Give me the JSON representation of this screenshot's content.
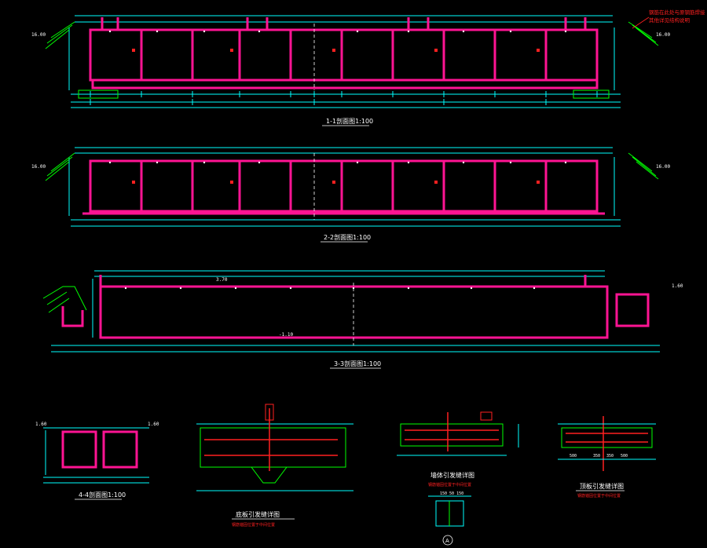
{
  "colors": {
    "background": "#000000",
    "wall": "#ff1493",
    "dimension": "#00ffff",
    "rebar": "#ff2020",
    "hatch": "#00ff00",
    "text": "#ffffff",
    "level": "#ffff00"
  },
  "sections": {
    "s1": {
      "title": "1-1剖面图1:100"
    },
    "s2": {
      "title": "2-2剖面图1:100"
    },
    "s3": {
      "title": "3-3剖面图1:100"
    },
    "s4": {
      "title": "4-4剖面图1:100"
    }
  },
  "details": {
    "d1": {
      "title": "底板引发缝详图",
      "note": "钢筋锚固位置于中间位置"
    },
    "d2": {
      "title": "墙体引发缝详图",
      "note": "钢筋锚固位置于中间位置"
    },
    "d3": {
      "title": "顶板引发缝详图",
      "note": "钢筋锚固位置于中间位置"
    },
    "d3dims": {
      "a": "500",
      "b": "350",
      "c": "350",
      "d": "500"
    },
    "d2sub": {
      "dim": "150 50 150",
      "callout": "A"
    }
  },
  "annotation": {
    "line1": "钢筋在此处与原钢筋焊接",
    "line2": "其他详见结构说明"
  },
  "levels": {
    "s1_right": "16.00",
    "s1_left": "16.00",
    "s2_right": "16.00",
    "s2_left": "16.00",
    "s3_top": "3.70",
    "s3_right": "1.60",
    "s3_mid": "-1.10",
    "s4_left": "1.60",
    "s4_right": "1.60"
  }
}
